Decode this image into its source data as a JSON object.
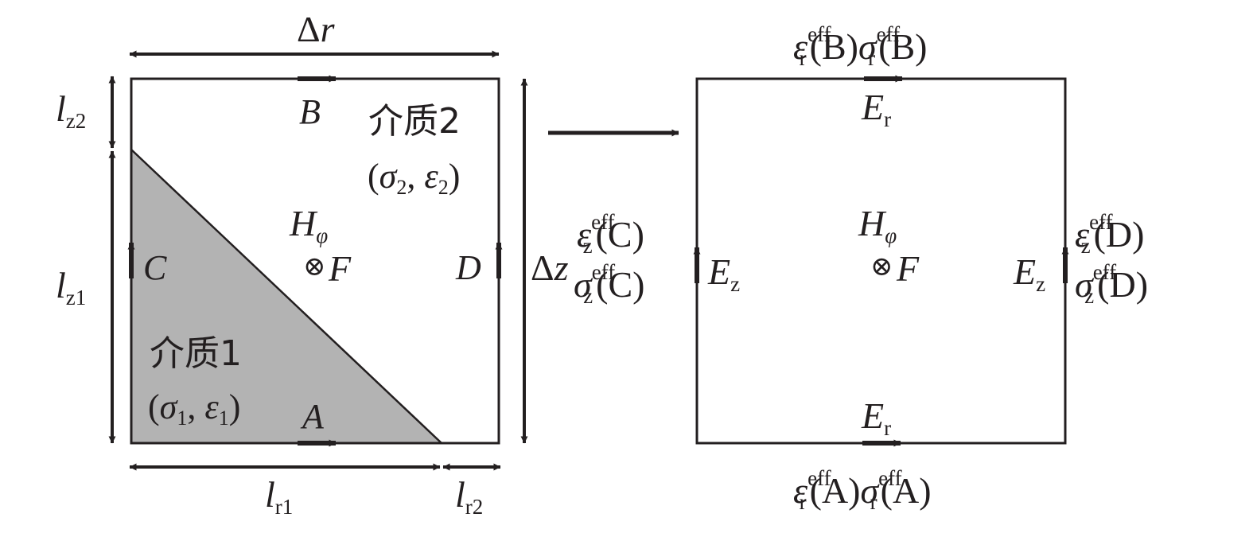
{
  "left": {
    "delta_r": {
      "sym": "Δ",
      "var": "r"
    },
    "delta_z": {
      "sym": "Δ",
      "var": "z"
    },
    "l_z2": {
      "var": "l",
      "sub": "z2"
    },
    "l_z1": {
      "var": "l",
      "sub": "z1"
    },
    "l_r1": {
      "var": "l",
      "sub": "r1"
    },
    "l_r2": {
      "var": "l",
      "sub": "r2"
    },
    "point_B": "B",
    "point_A": "A",
    "point_C": "C",
    "point_D": "D",
    "medium2": {
      "name": "介质2",
      "sigma": "σ",
      "sigma_sub": "2",
      "sep": ", ",
      "eps": "ε",
      "eps_sub": "2"
    },
    "medium1": {
      "name": "介质1",
      "sigma": "σ",
      "sigma_sub": "1",
      "sep": ", ",
      "eps": "ε",
      "eps_sub": "1"
    },
    "H": {
      "var": "H",
      "sub": "φ"
    },
    "otimes": "⊗",
    "F": "F"
  },
  "right": {
    "top": {
      "e1": "ε",
      "s1": "r",
      "u1": "eff",
      "a1": "(B)",
      "e2": "σ",
      "s2": "r",
      "u2": "eff",
      "a2": "(B)"
    },
    "bottom": {
      "e1": "ε",
      "s1": "r",
      "u1": "eff",
      "a1": "(A)",
      "e2": "σ",
      "s2": "r",
      "u2": "eff",
      "a2": "(A)"
    },
    "left_eps": {
      "e": "ε",
      "s": "z",
      "u": "eff",
      "a": "(C)"
    },
    "left_sig": {
      "e": "σ",
      "s": "z",
      "u": "eff",
      "a": "(C)"
    },
    "right_eps": {
      "e": "ε",
      "s": "z",
      "u": "eff",
      "a": "(D)"
    },
    "right_sig": {
      "e": "σ",
      "s": "z",
      "u": "eff",
      "a": "(D)"
    },
    "E_r_top": {
      "var": "E",
      "sub": "r"
    },
    "E_r_bottom": {
      "var": "E",
      "sub": "r"
    },
    "E_z_left": {
      "var": "E",
      "sub": "z"
    },
    "E_z_right": {
      "var": "E",
      "sub": "z"
    },
    "H": {
      "var": "H",
      "sub": "φ"
    },
    "otimes": "⊗",
    "F": "F"
  },
  "colors": {
    "line": "#231f20",
    "medium1_fill": "#b3b3b3"
  }
}
